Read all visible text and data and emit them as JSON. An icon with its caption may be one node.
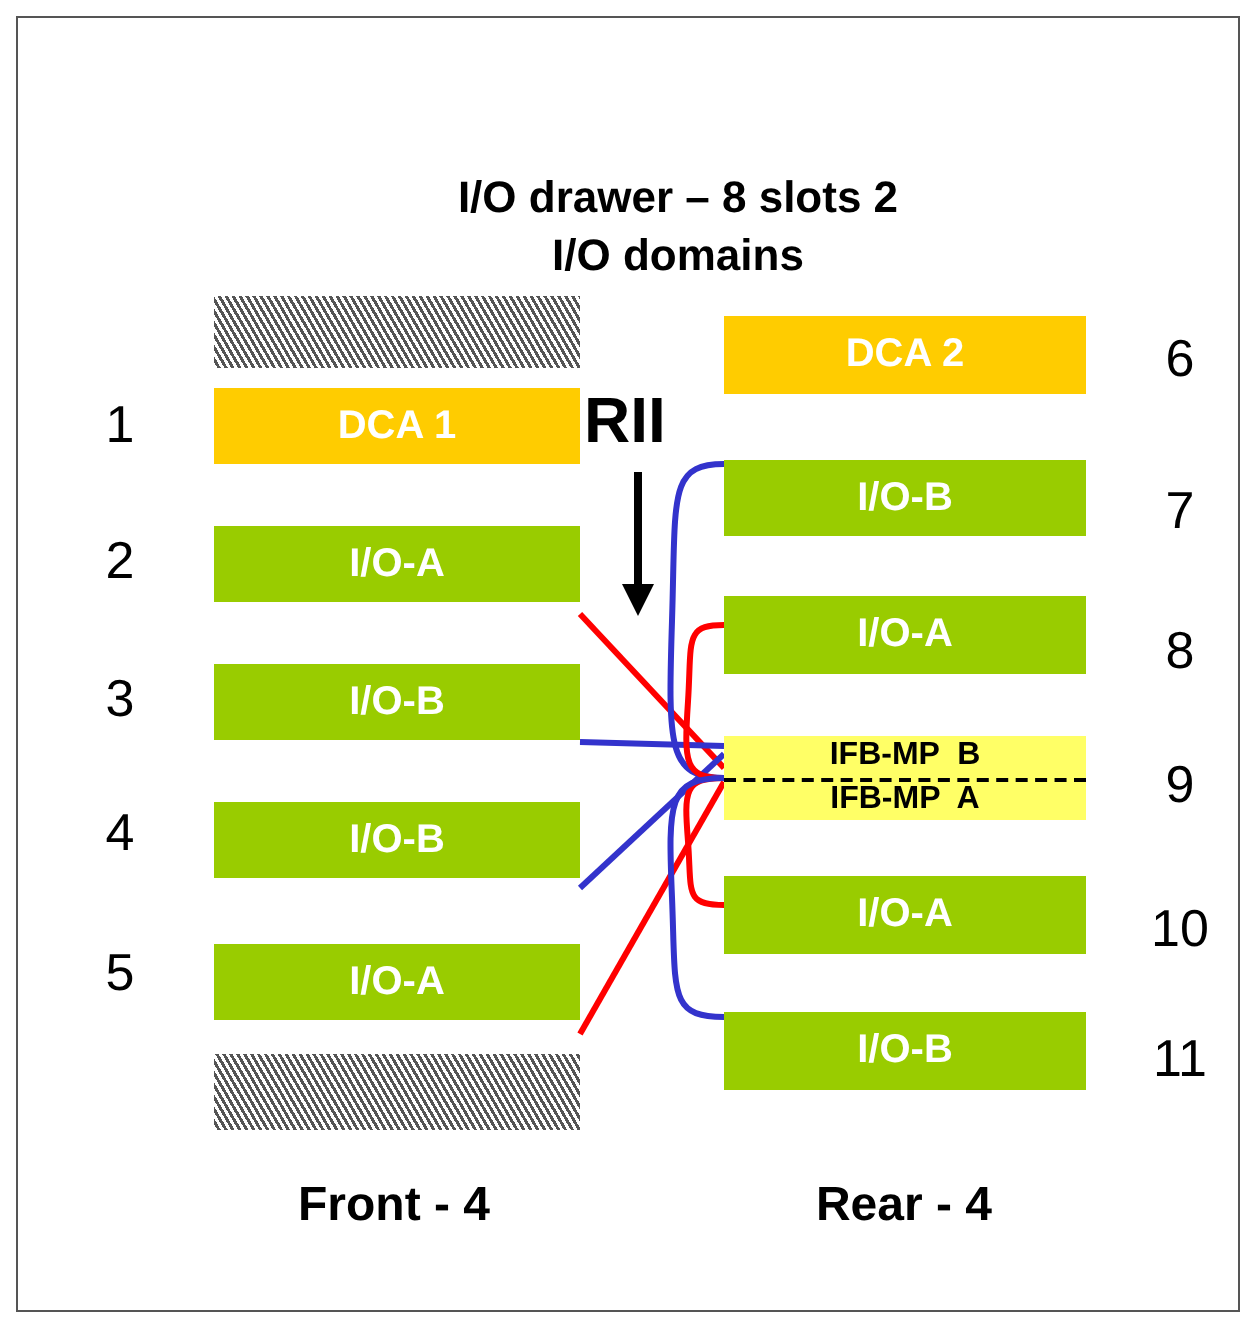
{
  "diagram": {
    "title": "I/O drawer – 8 slots 2 I/O domains",
    "nodes": [
      {
        "text": [],
        "shape": "box"
      },
      {
        "text": [
          "DCA 1"
        ]
      },
      {
        "text": [
          "I/O-A"
        ]
      },
      {
        "text": [
          "I/O-B"
        ]
      },
      {
        "text": [
          "I/O-B"
        ]
      },
      {
        "text": [
          "I/O-A"
        ]
      },
      {
        "text": [],
        "shape": "box"
      },
      {
        "text": [
          "DCA 2"
        ]
      },
      {
        "text": [
          "I/O-B"
        ]
      },
      {
        "text": [
          "I/O-A"
        ]
      },
      {
        "text": [
          "IFB-MP  B",
          "IFB-MP  A"
        ]
      },
      {
        "text": [
          "I/O-A"
        ]
      },
      {
        "text": [
          "I/O-B"
        ]
      }
    ],
    "edges": [
      {
        "from": 2,
        "to": 10,
        "arrow": "none",
        "color": "#ff0000"
      },
      {
        "from": 3,
        "to": 10,
        "arrow": "none",
        "color": "#3333cc"
      },
      {
        "from": 4,
        "to": 10,
        "arrow": "none",
        "color": "#3333cc"
      },
      {
        "from": 5,
        "to": 10,
        "arrow": "none",
        "color": "#ff0000"
      },
      {
        "from": 10,
        "to": 8,
        "arrow": "none",
        "color": "#3333cc"
      },
      {
        "from": 10,
        "to": 9,
        "arrow": "none",
        "color": "#ff0000"
      },
      {
        "from": 10,
        "to": 11,
        "arrow": "none",
        "color": "#ff0000"
      },
      {
        "from": 10,
        "to": 12,
        "arrow": "none",
        "color": "#3333cc"
      }
    ],
    "labels": [
      "6",
      "1",
      "RII",
      "7",
      "2",
      "8",
      "3",
      "9",
      "4",
      "10",
      "5",
      "11",
      "Front - 4",
      "Rear - 4"
    ]
  }
}
